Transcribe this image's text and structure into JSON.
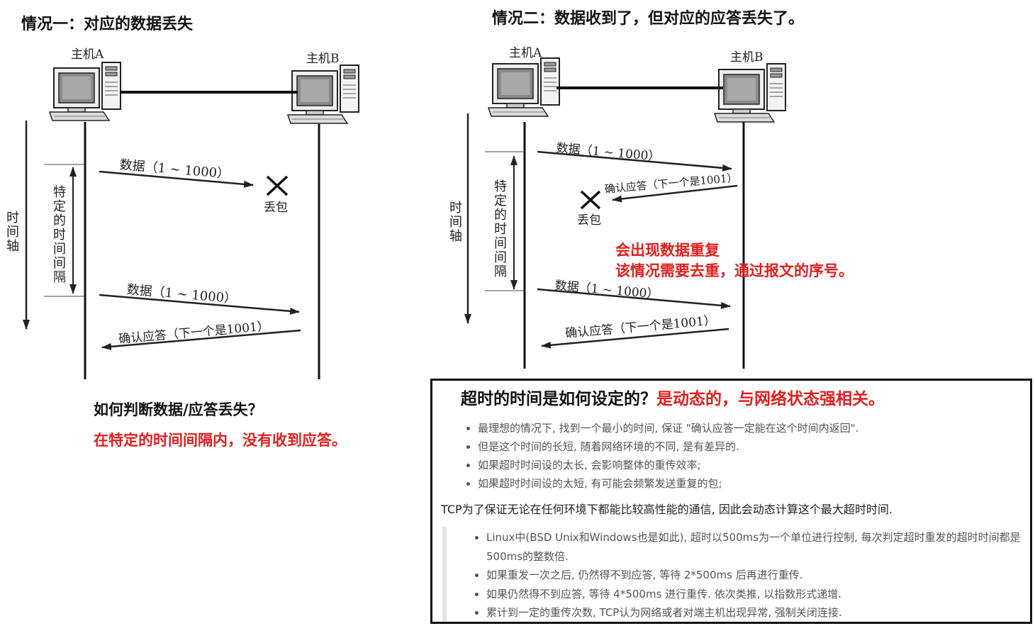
{
  "case1": {
    "title": "情况一：对应的数据丢失",
    "host_a": "主机A",
    "host_b": "主机B",
    "time_axis": "时间轴",
    "interval": "特定的时间间隔",
    "msg_data1": "数据（1 ~ 1000）",
    "lost": "丢包",
    "msg_data2": "数据（1 ~ 1000）",
    "msg_ack": "确认应答（下一个是1001）",
    "question": "如何判断数据/应答丢失？",
    "answer": "在特定的时间间隔内，没有收到应答。"
  },
  "case2": {
    "title": "情况二：数据收到了，但对应的应答丢失了。",
    "host_a": "主机A",
    "host_b": "主机B",
    "time_axis": "时间轴",
    "interval": "特定的时间间隔",
    "msg_data1": "数据（1 ~ 1000）",
    "msg_ack1": "确认应答（下一个是1001）",
    "lost": "丢包",
    "note_line1": "会出现数据重复",
    "note_line2": "该情况需要去重，通过报文的序号。",
    "msg_data2": "数据（1 ~ 1000）",
    "msg_ack2": "确认应答（下一个是1001）"
  },
  "timeout": {
    "title_black": "超时的时间是如何设定的？",
    "title_red": "是动态的，与网络状态强相关。",
    "bullets1": [
      "最理想的情况下, 找到一个最小的时间, 保证 \"确认应答一定能在这个时间内返回\".",
      "但是这个时间的长短, 随着网络环境的不同, 是有差异的.",
      "如果超时时间设的太长, 会影响整体的重传效率;",
      "如果超时时间设的太短, 有可能会频繁发送重复的包;"
    ],
    "summary": "TCP为了保证无论在任何环境下都能比较高性能的通信, 因此会动态计算这个最大超时时间.",
    "bullets2": [
      "Linux中(BSD Unix和Windows也是如此), 超时以500ms为一个单位进行控制, 每次判定超时重发的超时时间都是500ms的整数倍.",
      "如果重发一次之后, 仍然得不到应答, 等待 2*500ms 后再进行重传.",
      "如果仍然得不到应答, 等待 4*500ms 进行重传. 依次类推, 以指数形式递增.",
      "累计到一定的重传次数, TCP认为网络或者对端主机出现异常, 强制关闭连接."
    ]
  },
  "colors": {
    "red": "#e02020",
    "ink": "#111111",
    "gray": "#555555"
  }
}
